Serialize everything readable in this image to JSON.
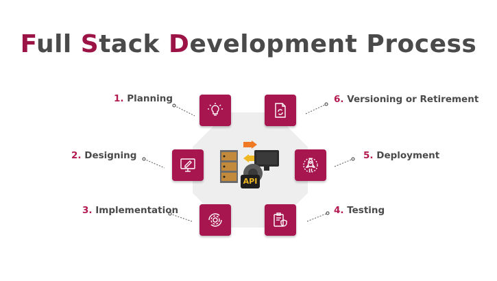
{
  "title": {
    "parts": [
      {
        "text": "F",
        "accent": true
      },
      {
        "text": "ull ",
        "accent": false
      },
      {
        "text": "S",
        "accent": true
      },
      {
        "text": "tack ",
        "accent": false
      },
      {
        "text": "D",
        "accent": true
      },
      {
        "text": "evelopment Process",
        "accent": false
      }
    ]
  },
  "hub": {
    "icon": "server-api-icon",
    "badge": "API"
  },
  "steps": [
    {
      "num": "1.",
      "label": "Planning",
      "icon": "lightbulb-icon"
    },
    {
      "num": "2.",
      "label": "Designing",
      "icon": "monitor-pen-icon"
    },
    {
      "num": "3.",
      "label": "Implementation",
      "icon": "gear-cycle-icon"
    },
    {
      "num": "4.",
      "label": "Testing",
      "icon": "clipboard-shield-icon"
    },
    {
      "num": "5.",
      "label": "Deployment",
      "icon": "rocket-icon"
    },
    {
      "num": "6.",
      "label": "Versioning or Retirement",
      "icon": "document-refresh-icon"
    }
  ],
  "colors": {
    "accent": "#a7164e",
    "text": "#4a4a4a",
    "hub_bg": "#eeeeee"
  }
}
